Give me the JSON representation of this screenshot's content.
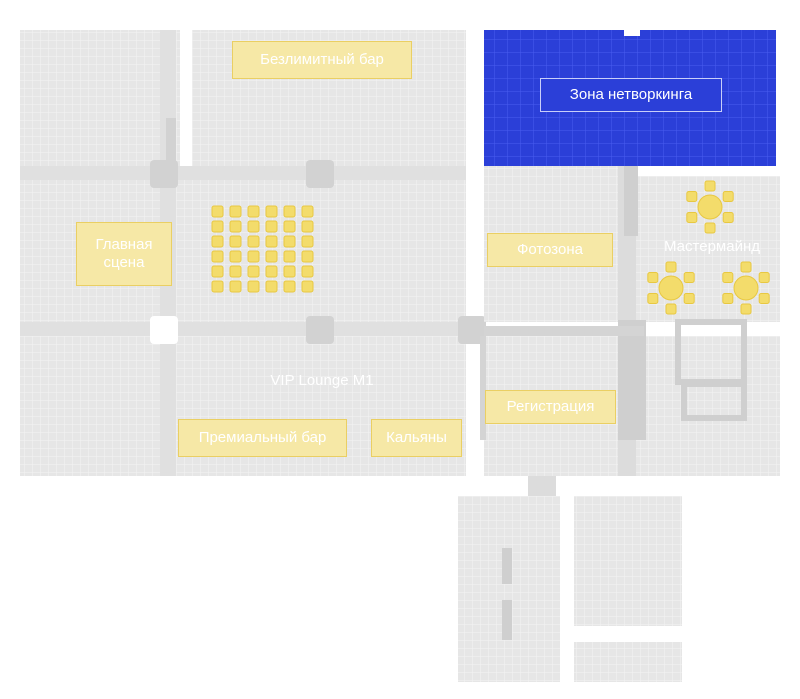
{
  "colors": {
    "floor": "#e6e6e6",
    "floor_grid": "#f2f2f2",
    "wall": "#d6d6d6",
    "highlight_zone": "#2b3fd8",
    "highlight_grid": "#4a5cf0",
    "label_bg": "#f6e8a6",
    "label_border": "#eacf63",
    "seat": "#f3dc6b",
    "seat_border": "#e8c841",
    "label_text": "#ffffff"
  },
  "zones": {
    "unlimited_bar": "Безлимитный бар",
    "networking": "Зона нетворкинга",
    "main_stage": "Главная\nсцена",
    "photo_zone": "Фотозона",
    "mastermind": "Мастермайнд",
    "vip_lounge": "VIP Lounge M1",
    "registration": "Регистрация",
    "premium_bar": "Премиальный бар",
    "hookahs": "Кальяны"
  },
  "seating": {
    "theater_rows": 6,
    "theater_cols": 6,
    "round_tables": 3,
    "chairs_per_table": 6
  }
}
